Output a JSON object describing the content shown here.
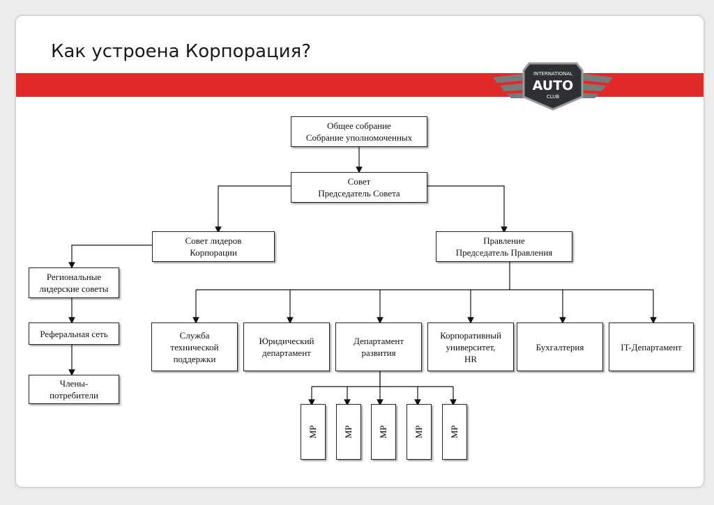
{
  "title": "Как устроена Корпорация?",
  "logo": {
    "line1": "INTERNATIONAL",
    "line2": "AUTO",
    "line3": "CLUB"
  },
  "colors": {
    "band": "#e02a2a"
  },
  "nodes": {
    "assembly": [
      "Общее собрание",
      "Собрание уполномоченных"
    ],
    "council": [
      "Совет",
      "Председатель Совета"
    ],
    "leaders_council": [
      "Совет лидеров",
      "Корпорации"
    ],
    "board": [
      "Правление",
      "Председатель Правления"
    ],
    "regional": [
      "Региональные",
      "лидерские советы"
    ],
    "referral": [
      "Реферальная сеть"
    ],
    "members": [
      "Члены-",
      "потребители"
    ],
    "support": [
      "Служба",
      "технической",
      "поддержки"
    ],
    "legal": [
      "Юридический",
      "департамент"
    ],
    "development": [
      "Департамент",
      "развития"
    ],
    "university": [
      "Корпоративный",
      "университет,",
      "HR"
    ],
    "accounting": [
      "Бухгалтерия"
    ],
    "it": [
      "IT-Департамент"
    ]
  },
  "mp_label": "МР"
}
